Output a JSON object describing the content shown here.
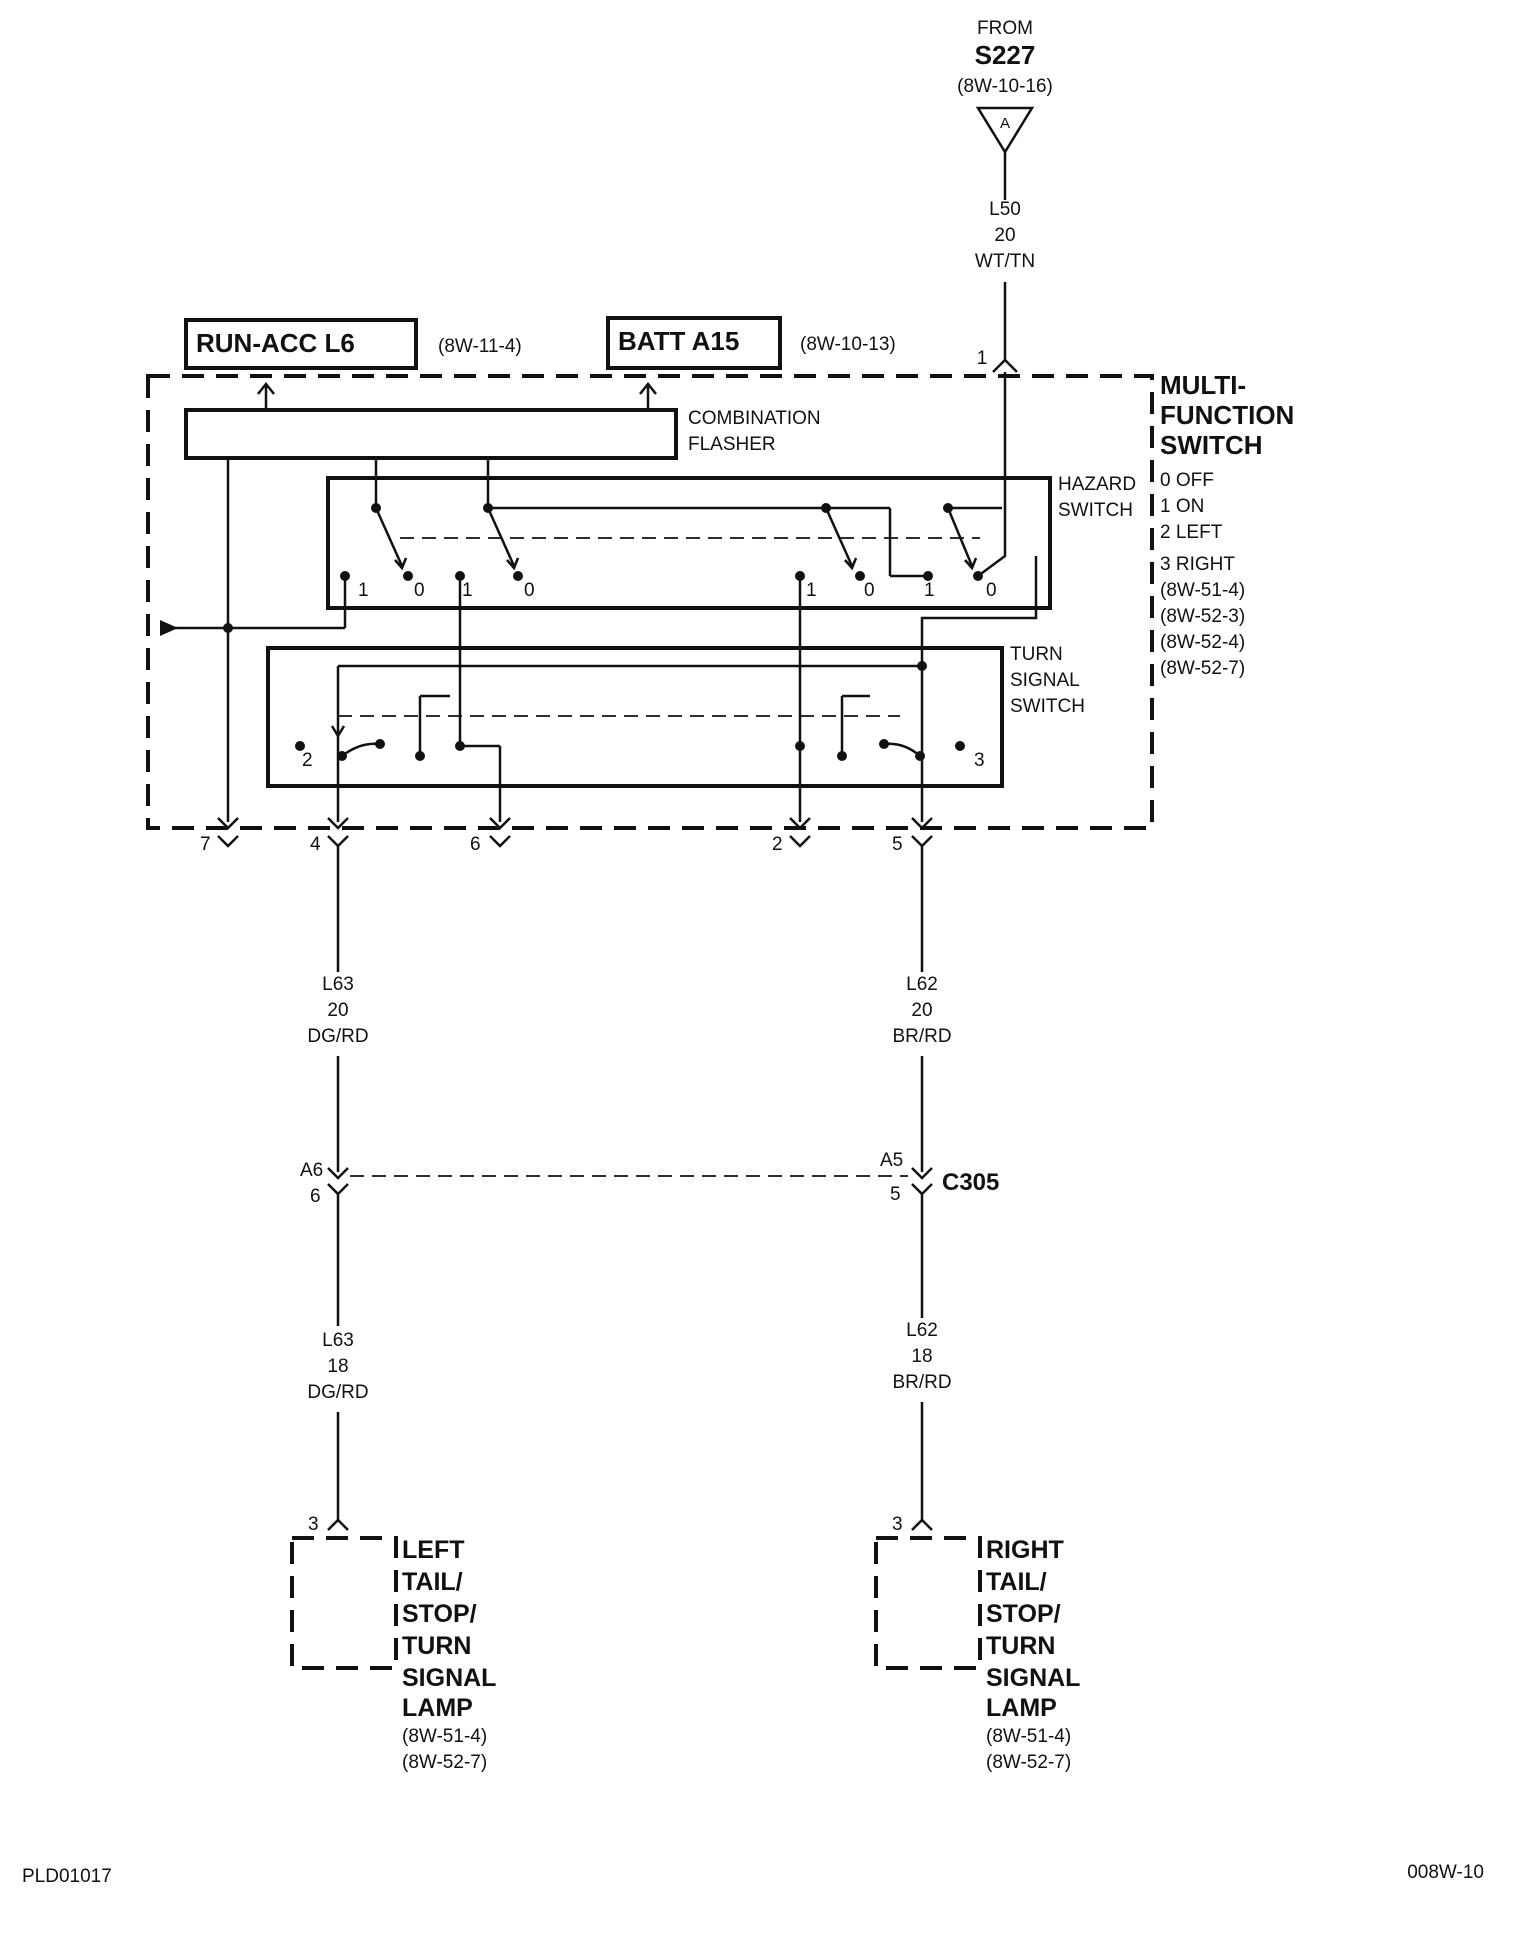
{
  "source": {
    "from": "FROM",
    "splice": "S227",
    "ref": "(8W-10-16)",
    "triangle": "A"
  },
  "wire_top": {
    "circuit": "L50",
    "gauge": "20",
    "color": "WT/TN"
  },
  "run_acc": {
    "label": "RUN-ACC L6",
    "ref": "(8W-11-4)"
  },
  "batt": {
    "label": "BATT A15",
    "ref": "(8W-10-13)"
  },
  "flasher": {
    "line1": "COMBINATION",
    "line2": "FLASHER"
  },
  "hazard": {
    "line1": "HAZARD",
    "line2": "SWITCH"
  },
  "turn": {
    "line1": "TURN",
    "line2": "SIGNAL",
    "line3": "SWITCH"
  },
  "mfs": {
    "title1": "MULTI-",
    "title2": "FUNCTION",
    "title3": "SWITCH",
    "positions": [
      "0 OFF",
      "1 ON",
      "2 LEFT",
      "3 RIGHT"
    ],
    "refs": [
      "(8W-51-4)",
      "(8W-52-3)",
      "(8W-52-4)",
      "(8W-52-7)"
    ]
  },
  "switch_labels": {
    "h1": "1",
    "h2": "0",
    "h3": "1",
    "h4": "0",
    "h5": "1",
    "h6": "0",
    "h7": "1",
    "h8": "0",
    "t2": "2",
    "t3": "3"
  },
  "pins": {
    "top": "1",
    "p7": "7",
    "p4": "4",
    "p6": "6",
    "p2": "2",
    "p5": "5"
  },
  "wire_left_upper": {
    "circuit": "L63",
    "gauge": "20",
    "color": "DG/RD"
  },
  "wire_right_upper": {
    "circuit": "L62",
    "gauge": "20",
    "color": "BR/RD"
  },
  "connector": {
    "name": "C305",
    "left_cav_a": "A6",
    "left_cav_b": "6",
    "right_cav_a": "A5",
    "right_cav_b": "5"
  },
  "wire_left_lower": {
    "circuit": "L63",
    "gauge": "18",
    "color": "DG/RD"
  },
  "wire_right_lower": {
    "circuit": "L62",
    "gauge": "18",
    "color": "BR/RD"
  },
  "left_lamp": {
    "pin": "3",
    "lines": [
      "LEFT",
      "TAIL/",
      "STOP/",
      "TURN",
      "SIGNAL",
      "LAMP"
    ],
    "refs": [
      "(8W-51-4)",
      "(8W-52-7)"
    ]
  },
  "right_lamp": {
    "pin": "3",
    "lines": [
      "RIGHT",
      "TAIL/",
      "STOP/",
      "TURN",
      "SIGNAL",
      "LAMP"
    ],
    "refs": [
      "(8W-51-4)",
      "(8W-52-7)"
    ]
  },
  "footer": {
    "left": "PLD01017",
    "right": "008W-10"
  }
}
